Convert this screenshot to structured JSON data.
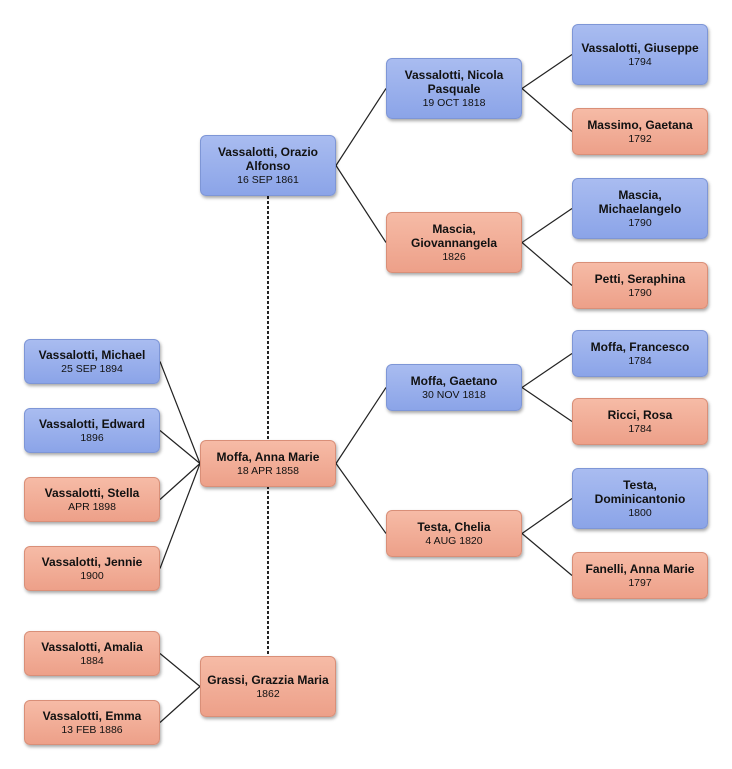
{
  "people": {
    "orazio": {
      "name": "Vassalotti, Orazio Alfonso",
      "date": "16 SEP 1861",
      "sex": "male"
    },
    "anna_marie": {
      "name": "Moffa, Anna Marie",
      "date": "18 APR 1858",
      "sex": "female"
    },
    "grazzia": {
      "name": "Grassi, Grazzia Maria",
      "date": "1862",
      "sex": "female"
    },
    "nicola": {
      "name": "Vassalotti, Nicola Pasquale",
      "date": "19 OCT 1818",
      "sex": "male"
    },
    "giovannangela": {
      "name": "Mascia, Giovannangela",
      "date": "1826",
      "sex": "female"
    },
    "gaetano": {
      "name": "Moffa, Gaetano",
      "date": "30 NOV 1818",
      "sex": "male"
    },
    "chelia": {
      "name": "Testa, Chelia",
      "date": "4 AUG 1820",
      "sex": "female"
    },
    "giuseppe": {
      "name": "Vassalotti, Giuseppe",
      "date": "1794",
      "sex": "male"
    },
    "gaetana": {
      "name": "Massimo, Gaetana",
      "date": "1792",
      "sex": "female"
    },
    "michaelangelo": {
      "name": "Mascia, Michaelangelo",
      "date": "1790",
      "sex": "male"
    },
    "seraphina": {
      "name": "Petti, Seraphina",
      "date": "1790",
      "sex": "female"
    },
    "francesco": {
      "name": "Moffa, Francesco",
      "date": "1784",
      "sex": "male"
    },
    "rosa": {
      "name": "Ricci, Rosa",
      "date": "1784",
      "sex": "female"
    },
    "dominicantonio": {
      "name": "Testa, Dominicantonio",
      "date": "1800",
      "sex": "male"
    },
    "fanelli": {
      "name": "Fanelli, Anna Marie",
      "date": "1797",
      "sex": "female"
    },
    "michael": {
      "name": "Vassalotti, Michael",
      "date": "25 SEP 1894",
      "sex": "male"
    },
    "edward": {
      "name": "Vassalotti, Edward",
      "date": "1896",
      "sex": "male"
    },
    "stella": {
      "name": "Vassalotti, Stella",
      "date": "APR 1898",
      "sex": "female"
    },
    "jennie": {
      "name": "Vassalotti, Jennie",
      "date": "1900",
      "sex": "female"
    },
    "amalia": {
      "name": "Vassalotti, Amalia",
      "date": "1884",
      "sex": "female"
    },
    "emma": {
      "name": "Vassalotti, Emma",
      "date": "13 FEB 1886",
      "sex": "female"
    }
  },
  "colors": {
    "male": "#95acec",
    "female": "#f1ab94",
    "connector": "#222222"
  }
}
